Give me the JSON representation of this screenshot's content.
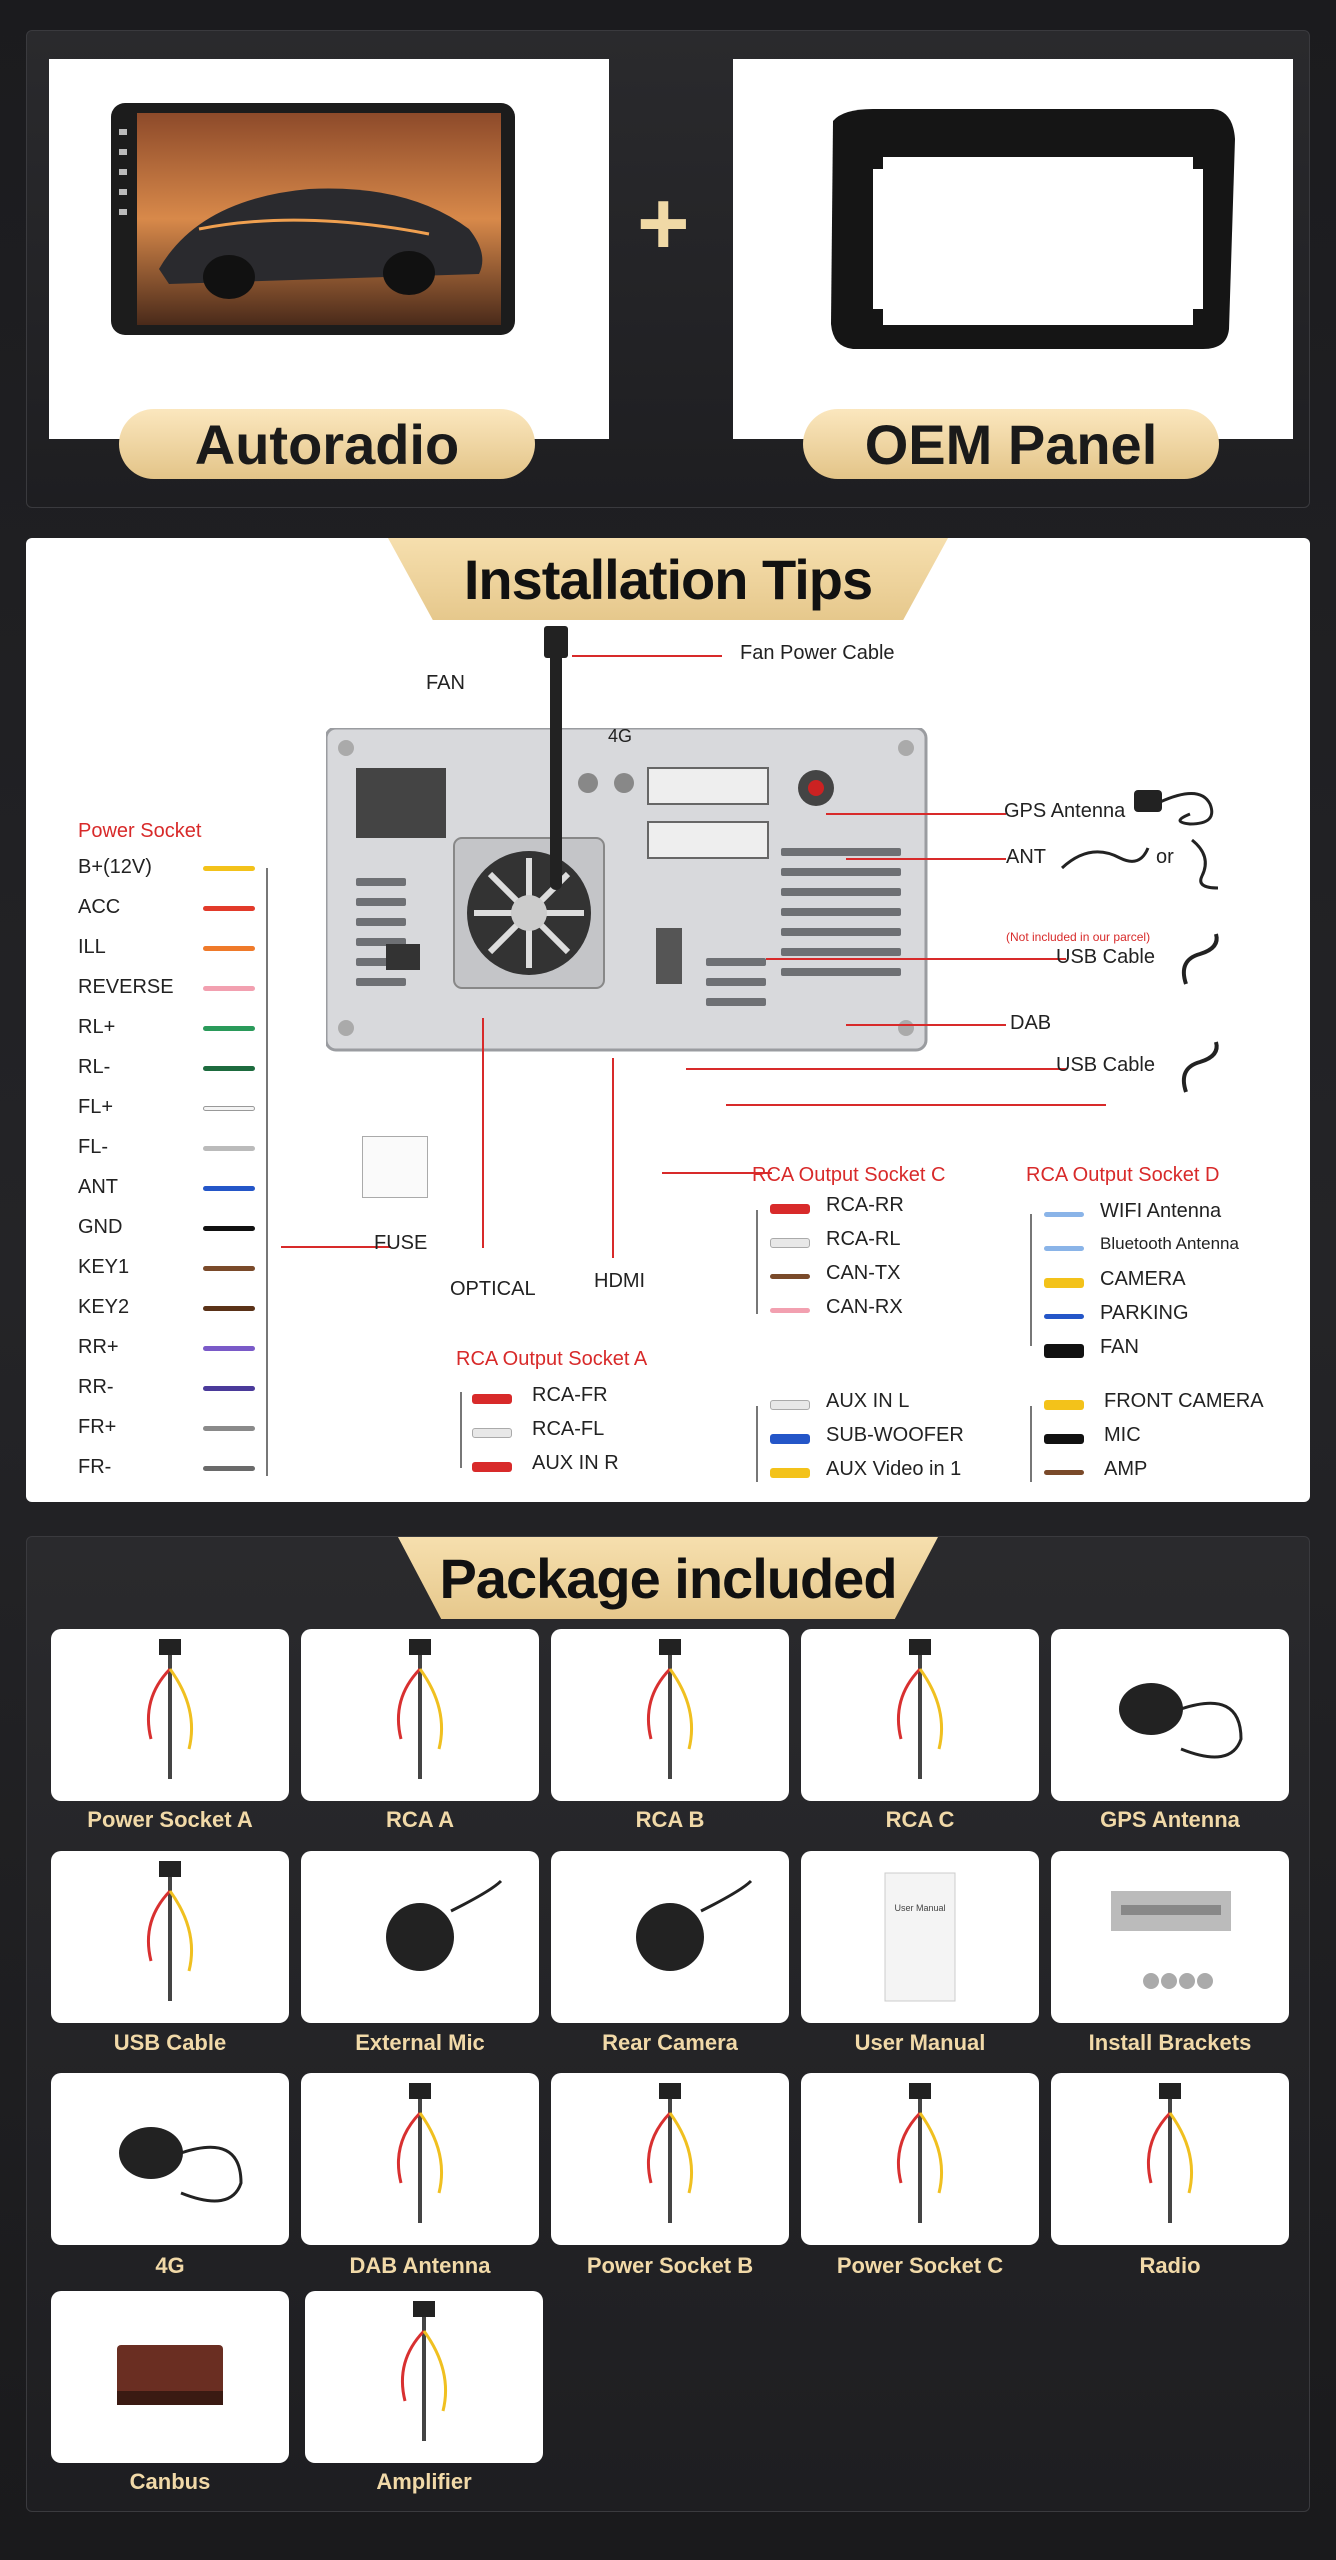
{
  "top": {
    "left_label": "Autoradio",
    "right_label": "OEM Panel",
    "plus": "+"
  },
  "install": {
    "title": "Installation Tips",
    "fan_power_cable": "Fan Power Cable",
    "fan": "FAN",
    "g4": "4G",
    "gps_antenna": "GPS Antenna",
    "ant": "ANT",
    "or": "or",
    "not_included": "(Not included in our parcel)",
    "usb_cable_1": "USB Cable",
    "dab": "DAB",
    "usb_cable_2": "USB Cable",
    "fuse": "FUSE",
    "optical": "OPTICAL",
    "hdmi": "HDMI",
    "power_socket": {
      "title": "Power Socket",
      "pins": [
        {
          "label": "B+(12V)",
          "color": "#f3c21a"
        },
        {
          "label": "ACC",
          "color": "#e23a2a"
        },
        {
          "label": "ILL",
          "color": "#ef7a2a"
        },
        {
          "label": "REVERSE",
          "color": "#f2a0b0"
        },
        {
          "label": "RL+",
          "color": "#2a9a5a"
        },
        {
          "label": "RL-",
          "color": "#1d6b3e"
        },
        {
          "label": "FL+",
          "color": "#f4f4f4"
        },
        {
          "label": "FL-",
          "color": "#bbbbbb"
        },
        {
          "label": "ANT",
          "color": "#2456c8"
        },
        {
          "label": "GND",
          "color": "#111111"
        },
        {
          "label": "KEY1",
          "color": "#7a4a2a"
        },
        {
          "label": "KEY2",
          "color": "#5a3218"
        },
        {
          "label": "RR+",
          "color": "#7a5ac8"
        },
        {
          "label": "RR-",
          "color": "#4a3a9a"
        },
        {
          "label": "FR+",
          "color": "#8a8a8a"
        },
        {
          "label": "FR-",
          "color": "#6a6a6a"
        }
      ]
    },
    "rca_a": {
      "title": "RCA Output Socket A",
      "items": [
        {
          "label": "RCA-FR",
          "color": "#d82a2a"
        },
        {
          "label": "RCA-FL",
          "color": "#e8e8e8"
        },
        {
          "label": "AUX IN R",
          "color": "#d82a2a"
        }
      ]
    },
    "rca_c": {
      "title": "RCA Output Socket C",
      "items": [
        {
          "label": "RCA-RR",
          "color": "#d82a2a"
        },
        {
          "label": "RCA-RL",
          "color": "#e8e8e8"
        },
        {
          "label": "CAN-TX",
          "color": "#7a4a2a"
        },
        {
          "label": "CAN-RX",
          "color": "#f2a0b0"
        }
      ]
    },
    "rca_d": {
      "title": "RCA Output Socket D",
      "items": [
        {
          "label": "WIFI Antenna",
          "color": "#8ab4e8"
        },
        {
          "label": "Bluetooth Antenna",
          "color": "#8ab4e8"
        },
        {
          "label": "CAMERA",
          "color": "#f3c21a"
        },
        {
          "label": "PARKING",
          "color": "#2456c8"
        },
        {
          "label": "FAN",
          "color": "#111111"
        }
      ]
    },
    "aux": {
      "items": [
        {
          "label": "AUX IN L",
          "color": "#e8e8e8"
        },
        {
          "label": "SUB-WOOFER",
          "color": "#2456c8"
        },
        {
          "label": "AUX Video in 1",
          "color": "#f3c21a"
        }
      ]
    },
    "front": {
      "items": [
        {
          "label": "FRONT CAMERA",
          "color": "#f3c21a"
        },
        {
          "label": "MIC",
          "color": "#111111"
        },
        {
          "label": "AMP",
          "color": "#7a4a2a"
        }
      ]
    }
  },
  "package": {
    "title": "Package included",
    "items": [
      "Power Socket A",
      "RCA  A",
      "RCA  B",
      "RCA  C",
      "GPS Antenna",
      "USB Cable",
      "External Mic",
      "Rear Camera",
      "User Manual",
      "Install Brackets",
      "4G",
      "DAB Antenna",
      "Power Socket B",
      "Power Socket C",
      "Radio",
      "Canbus",
      "Amplifier"
    ],
    "manual_text": "User Manual"
  },
  "colors": {
    "accent_gold": "#e6c88c",
    "label_red": "#d82a2a"
  }
}
